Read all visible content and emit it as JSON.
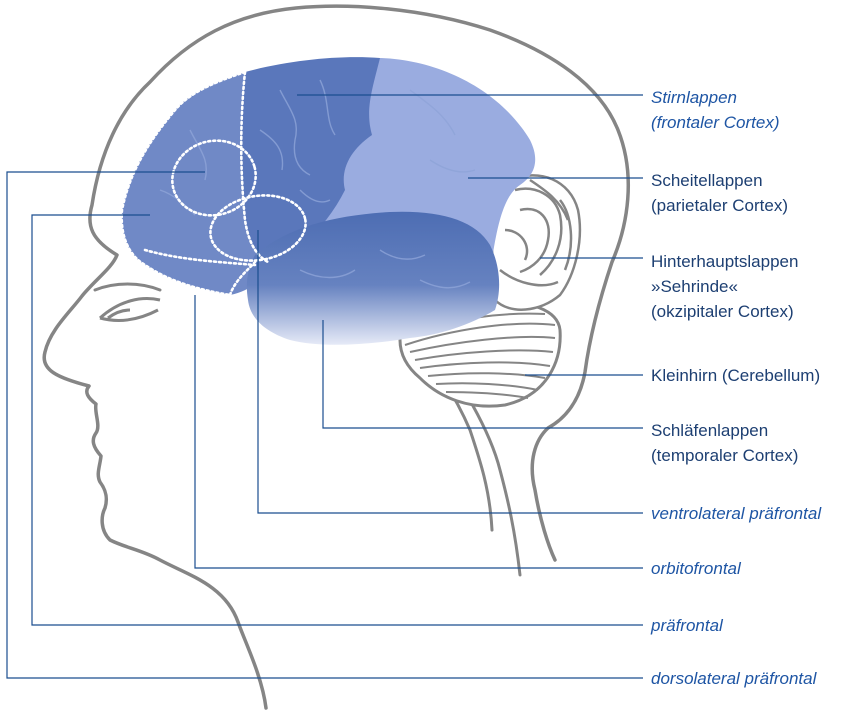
{
  "colors": {
    "outline": "#858585",
    "lobe_dark": "#4d6db3",
    "lobe_mid": "#6682c0",
    "lobe_light": "#9aace0",
    "leader_line": "#1a4e8f",
    "label_text": "#1d3f72",
    "label_italic": "#1e55a4"
  },
  "labels": {
    "stirnlappen": [
      "Stirnlappen",
      "(frontaler Cortex)"
    ],
    "scheitellappen": [
      "Scheitellappen",
      "(parietaler Cortex)"
    ],
    "hinterhauptslappen": [
      "Hinterhauptslappen",
      "»Sehrinde«",
      "(okzipitaler Cortex)"
    ],
    "kleinhirn": [
      "Kleinhirn (Cerebellum)"
    ],
    "schlaefenlappen": [
      "Schläfenlappen",
      "(temporaler Cortex)"
    ],
    "ventrolateral": [
      "ventrolateral präfrontal"
    ],
    "orbitofrontal": [
      "orbitofrontal"
    ],
    "praefrontal": [
      "präfrontal"
    ],
    "dorsolateral": [
      "dorsolateral präfrontal"
    ]
  }
}
